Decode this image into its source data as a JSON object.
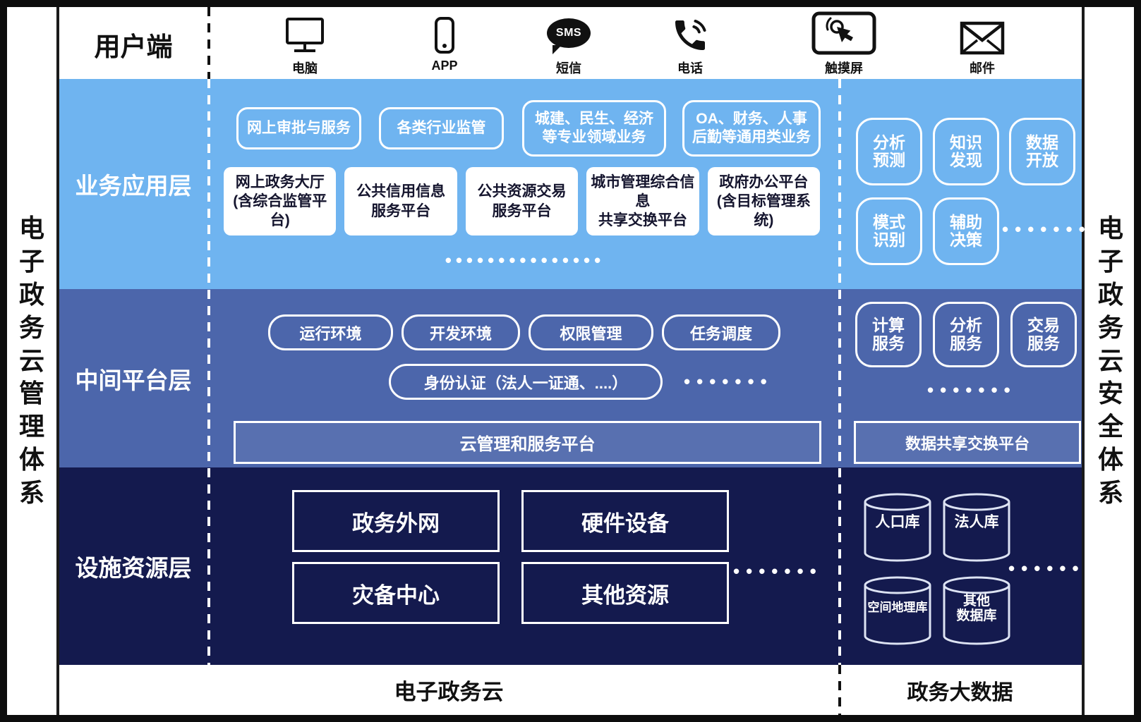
{
  "title_bars": {
    "left": "电子政务云管理体系",
    "right": "电子政务云安全体系"
  },
  "user_row": {
    "label": "用户端",
    "channels": [
      {
        "icon": "computer",
        "label": "电脑"
      },
      {
        "icon": "app",
        "label": "APP"
      },
      {
        "icon": "sms",
        "label": "短信",
        "bubble_text": "SMS"
      },
      {
        "icon": "phone",
        "label": "电话"
      },
      {
        "icon": "touchscreen",
        "label": "触摸屏"
      },
      {
        "icon": "mail",
        "label": "邮件"
      }
    ]
  },
  "app_layer": {
    "label": "业务应用层",
    "pills": [
      "网上审批与服务",
      "各类行业监管",
      "城建、民生、经济\n等专业领域业务",
      "OA、财务、人事\n后勤等通用类业务"
    ],
    "platforms": [
      "网上政务大厅\n(含综合监管平台)",
      "公共信用信息\n服务平台",
      "公共资源交易\n服务平台",
      "城市管理综合信息\n共享交换平台",
      "政府办公平台\n(含目标管理系统)"
    ],
    "ellipsis_long": "•••••••••••••••",
    "badges": [
      "分析\n预测",
      "知识\n发现",
      "数据\n开放",
      "模式\n识别",
      "辅助\n决策"
    ],
    "ellipsis": "•••••••"
  },
  "mid_layer": {
    "label": "中间平台层",
    "pills": [
      "运行环境",
      "开发环境",
      "权限管理",
      "任务调度"
    ],
    "identity_pill": "身份认证（法人一证通、....）",
    "ellipsis_left": "•••••••",
    "cloud_platform": "云管理和服务平台",
    "badges": [
      "计算\n服务",
      "分析\n服务",
      "交易\n服务"
    ],
    "ellipsis_right": "•••••••",
    "exchange_platform": "数据共享交换平台"
  },
  "infra_layer": {
    "label": "设施资源层",
    "boxes": [
      "政务外网",
      "硬件设备",
      "灾备中心",
      "其他资源"
    ],
    "ellipsis_left": "•••••••",
    "databases": [
      "人口库",
      "法人库",
      "空间地理库",
      "其他\n数据库"
    ],
    "ellipsis_right": "•••••••"
  },
  "footer": {
    "left": "电子政务云",
    "right": "政务大数据"
  },
  "colors": {
    "light_blue": "#6FB4F0",
    "mid_blue": "#4C66AB",
    "navy": "#141A4E",
    "white": "#FFFFFF",
    "black": "#111111"
  }
}
